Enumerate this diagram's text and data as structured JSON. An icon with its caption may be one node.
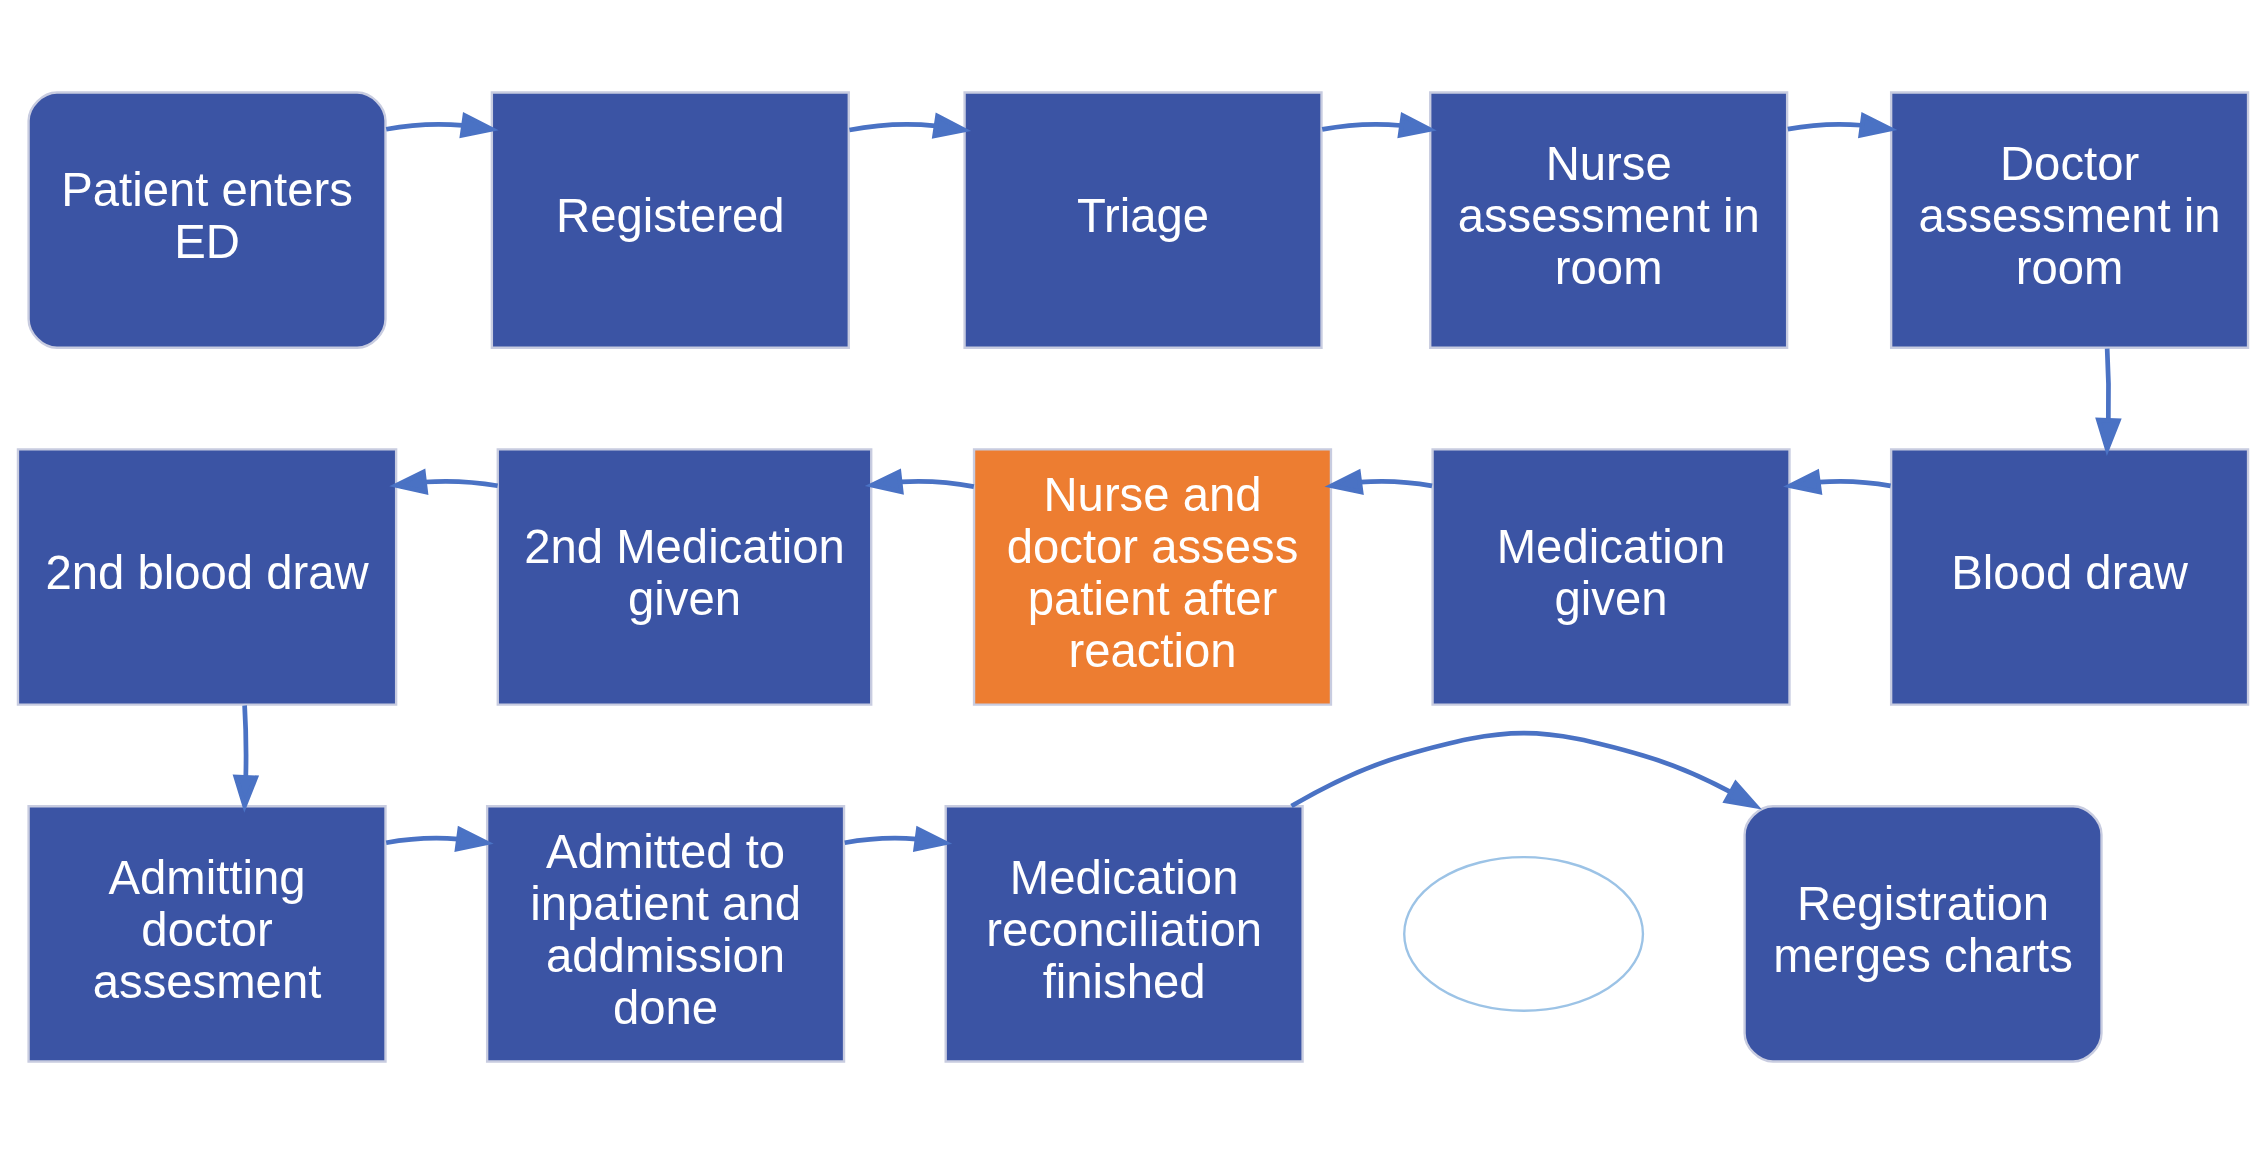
{
  "diagram": {
    "nodes": [
      {
        "text": [
          "Patient enters ED"
        ]
      },
      {
        "text": [
          "Registered"
        ]
      },
      {
        "text": [
          "Triage"
        ]
      },
      {
        "text": [
          "Nurse assessment in room"
        ]
      },
      {
        "text": [
          "Doctor assessment in room"
        ]
      },
      {
        "text": [
          "Blood draw"
        ]
      },
      {
        "text": [
          "Medication given"
        ]
      },
      {
        "text": [
          "Nurse and doctor assess patient after reaction"
        ]
      },
      {
        "text": [
          "2nd Medication given"
        ]
      },
      {
        "text": [
          "2nd blood draw"
        ]
      },
      {
        "text": [
          "Admitting doctor assesment"
        ]
      },
      {
        "text": [
          "Admitted to inpatient and addmission done"
        ]
      },
      {
        "text": [
          "Medication reconciliation finished"
        ]
      },
      {
        "text": [
          "Registration merges charts"
        ]
      },
      {
        "text": [],
        "shape": "cloud"
      }
    ],
    "edges": [
      {
        "from": 0,
        "to": 1,
        "arrow": "to"
      },
      {
        "from": 1,
        "to": 2,
        "arrow": "to"
      },
      {
        "from": 2,
        "to": 3,
        "arrow": "to"
      },
      {
        "from": 3,
        "to": 4,
        "arrow": "to"
      },
      {
        "from": 4,
        "to": 5,
        "arrow": "to"
      },
      {
        "from": 5,
        "to": 6,
        "arrow": "to"
      },
      {
        "from": 6,
        "to": 7,
        "arrow": "to"
      },
      {
        "from": 7,
        "to": 8,
        "arrow": "to"
      },
      {
        "from": 8,
        "to": 9,
        "arrow": "to"
      },
      {
        "from": 9,
        "to": 10,
        "arrow": "to"
      },
      {
        "from": 10,
        "to": 11,
        "arrow": "to"
      },
      {
        "from": 11,
        "to": 12,
        "arrow": "to"
      },
      {
        "from": 12,
        "to": 13,
        "arrow": "to"
      }
    ]
  }
}
